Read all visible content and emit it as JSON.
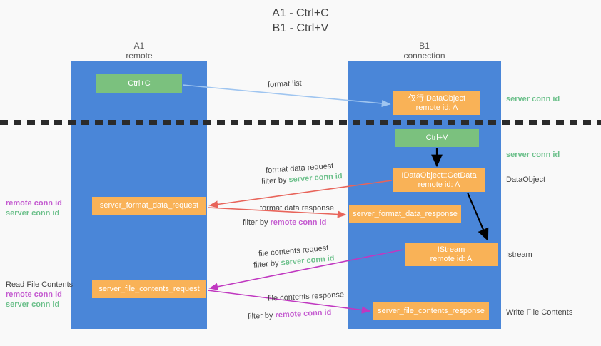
{
  "title": {
    "line1": "A1 - Ctrl+C",
    "line2": "B1 - Ctrl+V"
  },
  "lanes": [
    {
      "id": "a1",
      "name": "A1",
      "sub": "remote"
    },
    {
      "id": "b1",
      "name": "B1",
      "sub": "connection"
    }
  ],
  "nodes": {
    "ctrl_c": {
      "label": "Ctrl+C",
      "color": "#7bc17e"
    },
    "idataobject": {
      "line1": "仅行IDataObject",
      "line2": "remote id: A",
      "color": "#f9b257"
    },
    "ctrl_v": {
      "label": "Ctrl+V",
      "color": "#7bc17e"
    },
    "getdata": {
      "line1": "IDataObject::GetData",
      "line2": "remote id: A",
      "color": "#f9b257"
    },
    "format_data_request": {
      "label": "server_format_data_request",
      "color": "#f9b257"
    },
    "format_data_response": {
      "label": "server_format_data_response",
      "color": "#f9b257"
    },
    "istream": {
      "line1": "IStream",
      "line2": "remote id: A",
      "color": "#f9b257"
    },
    "file_contents_request": {
      "label": "server_file_contents_request",
      "color": "#f9b257"
    },
    "file_contents_response": {
      "label": "server_file_contents_response",
      "color": "#f9b257"
    }
  },
  "edge_labels": {
    "format_list": "format list",
    "format_data_request": "format data request",
    "format_data_request_filter_prefix": "filter by ",
    "format_data_request_filter_value": "server conn id",
    "format_data_response": "format data response",
    "format_data_response_filter_prefix": "filter by ",
    "format_data_response_filter_value": "remote conn id",
    "file_contents_request": "file contents request",
    "file_contents_request_filter_prefix": "filter by ",
    "file_contents_request_filter_value": "server conn id",
    "file_contents_response": "file contents response",
    "file_contents_response_filter_prefix": "filter by ",
    "file_contents_response_filter_value": "remote conn id"
  },
  "annotations": {
    "right": [
      {
        "text": "server conn id",
        "kind": "server"
      },
      {
        "text": "server conn id",
        "kind": "server"
      },
      {
        "text": "DataObject",
        "kind": "plain"
      },
      {
        "text": "Istream",
        "kind": "plain"
      },
      {
        "text": "Write File Contents",
        "kind": "plain"
      }
    ],
    "left": {
      "group1_remote": "remote conn id",
      "group1_server": "server conn id",
      "group2_title": "Read File Contents",
      "group2_remote": "remote conn id",
      "group2_server": "server conn id"
    }
  },
  "colors": {
    "lane": "#4a86d8",
    "green_node": "#7bc17e",
    "orange_node": "#f9b257",
    "remote_conn": "#c45bd0",
    "server_conn": "#6cc08b",
    "arrow_red": "#e8645a",
    "arrow_magenta": "#c038c0",
    "arrow_lightblue": "#9fc5f0",
    "arrow_black": "#000000",
    "background": "#f9f9f9"
  }
}
